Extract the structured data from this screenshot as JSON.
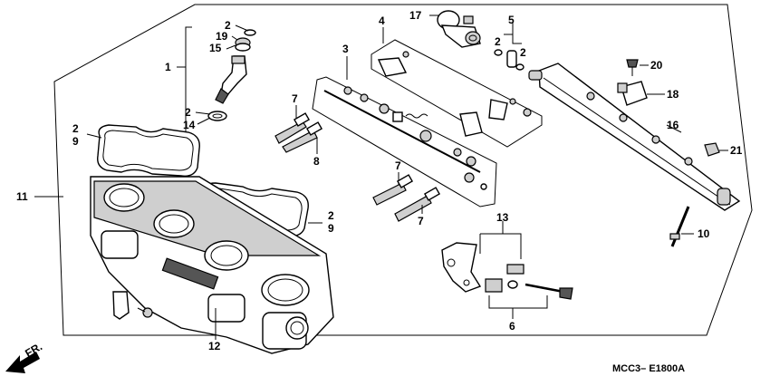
{
  "diagram_code": "MCC3– E1800A",
  "direction_label": "FR.",
  "callouts": {
    "n1": "1",
    "n2a": "2",
    "n19": "19",
    "n15": "15",
    "n2b": "2",
    "n14": "14",
    "n2c": "2",
    "n9a": "9",
    "n2d": "2",
    "n9b": "9",
    "n11": "11",
    "n12": "12",
    "n7a": "7",
    "n8": "8",
    "n7b": "7",
    "n7c": "7",
    "n3": "3",
    "n4": "4",
    "n17": "17",
    "n5": "5",
    "n2e": "2",
    "n2f": "2",
    "n20": "20",
    "n18": "18",
    "n16": "16",
    "n21": "21",
    "n10": "10",
    "n13": "13",
    "n6": "6"
  }
}
